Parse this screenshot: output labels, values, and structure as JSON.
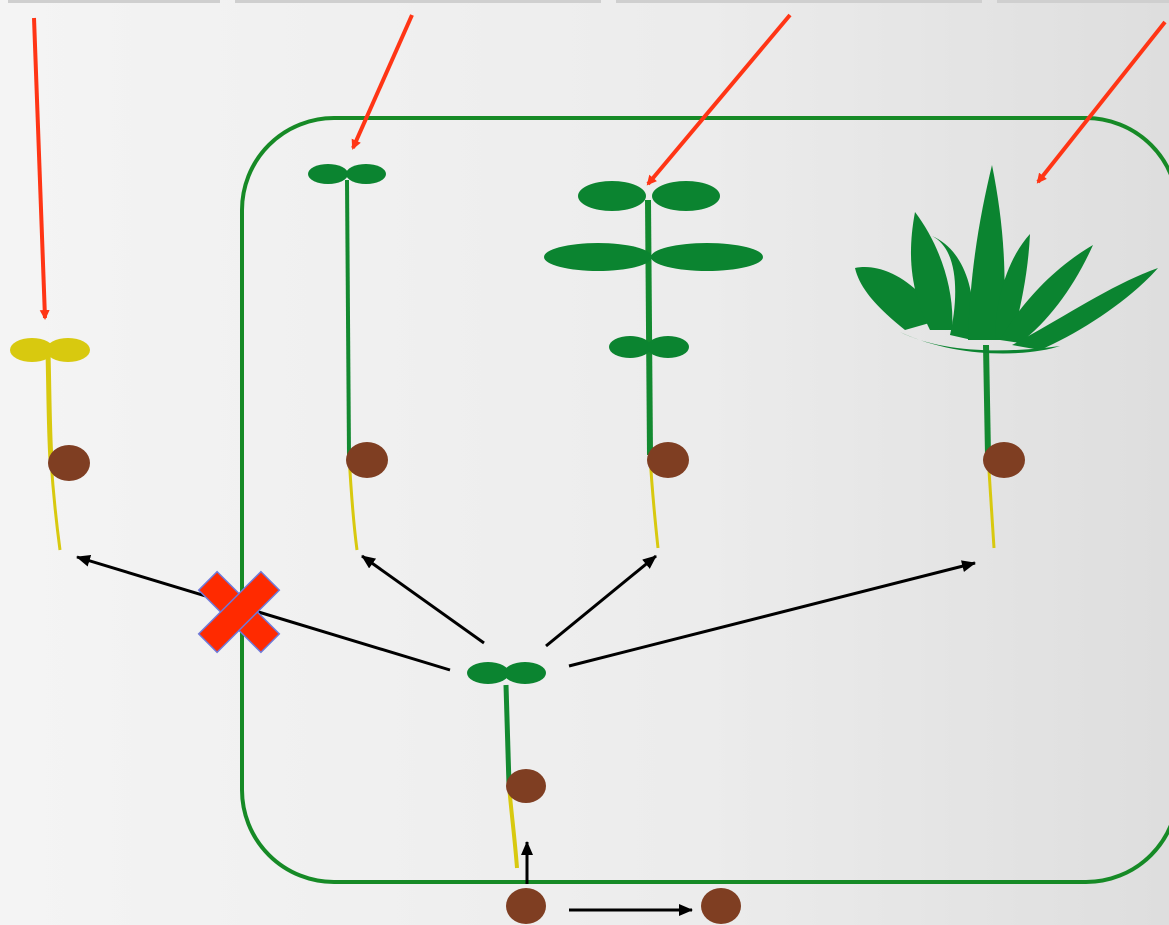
{
  "colors": {
    "background": "#ececec",
    "frame": "#168a26",
    "stem_green": "#138a30",
    "leaf_green": "#0b8430",
    "etiolated_yellow": "#d8c90f",
    "root_yellow": "#d8c90f",
    "seed_brown": "#7f3e22",
    "light_arrow_red": "#ff3515",
    "branch_arrow_black": "#000000",
    "blocked_mark_red": "#ff2a00",
    "blocked_mark_outline": "#6f79d8"
  },
  "icons": {
    "light_signal": "arrow-icon",
    "blocked_path": "x-mark-icon",
    "seed": "seed-icon",
    "seedling": "seedling-icon"
  },
  "stages": [
    "seed",
    "germinating-seedling",
    "etiolated-seedling",
    "cotyledon-seedling",
    "true-leaf-seedling",
    "mature-plant"
  ]
}
